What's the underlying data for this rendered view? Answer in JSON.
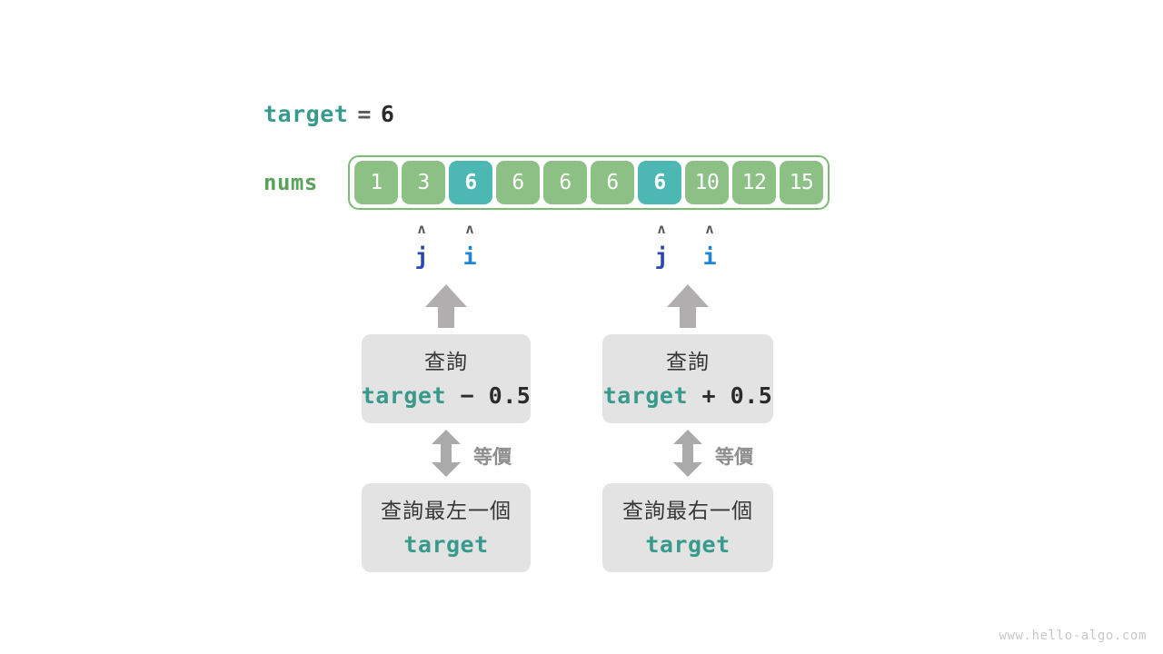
{
  "target_line": {
    "name": "target",
    "equals": "=",
    "value": "6"
  },
  "array": {
    "label": "nums",
    "values": [
      "1",
      "3",
      "6",
      "6",
      "6",
      "6",
      "6",
      "10",
      "12",
      "15"
    ],
    "highlighted_indices": [
      2,
      6
    ],
    "cell_color": "#8cc084",
    "highlight_color": "#4cb7b3",
    "border_color": "#7cba77"
  },
  "pointers": [
    {
      "id": "j-left",
      "label": "j",
      "caret": "ʌ",
      "cell_index": 1,
      "color": "#2a45b8"
    },
    {
      "id": "i-left",
      "label": "i",
      "caret": "ʌ",
      "cell_index": 2,
      "color": "#1d84d6"
    },
    {
      "id": "j-right",
      "label": "j",
      "caret": "ʌ",
      "cell_index": 6,
      "color": "#2a45b8"
    },
    {
      "id": "i-right",
      "label": "i",
      "caret": "ʌ",
      "cell_index": 7,
      "color": "#1d84d6"
    }
  ],
  "branches": [
    {
      "id": "left",
      "query_box": {
        "line1": "查詢",
        "expr_name": "target",
        "expr_op": " − 0.5"
      },
      "equiv_label": "等價",
      "result_box": {
        "line1": "查詢最左一個",
        "expr_name": "target",
        "expr_op": ""
      }
    },
    {
      "id": "right",
      "query_box": {
        "line1": "查詢",
        "expr_name": "target",
        "expr_op": " + 0.5"
      },
      "equiv_label": "等價",
      "result_box": {
        "line1": "查詢最右一個",
        "expr_name": "target",
        "expr_op": ""
      }
    }
  ],
  "watermark": "www.hello-algo.com"
}
